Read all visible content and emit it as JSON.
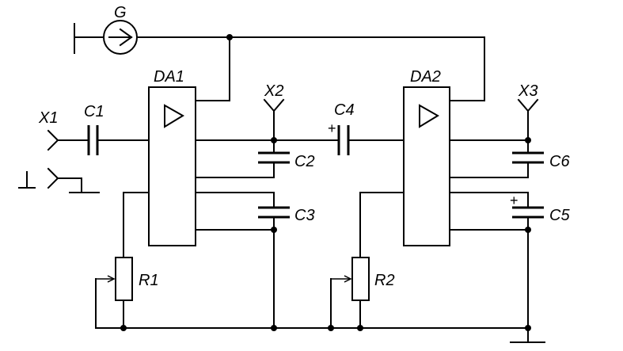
{
  "labels": {
    "G": "G",
    "DA1": "DA1",
    "DA2": "DA2",
    "X1": "X1",
    "X2": "X2",
    "X3": "X3",
    "C1": "C1",
    "C2": "C2",
    "C3": "C3",
    "C4": "C4",
    "C5": "C5",
    "C6": "C6",
    "R1": "R1",
    "R2": "R2"
  },
  "polarity": {
    "C4": "+",
    "C5": "+"
  },
  "icons": [
    "current-source-icon",
    "opamp-triangle-icon",
    "ground-icon",
    "connector-icon",
    "potentiometer-icon"
  ]
}
